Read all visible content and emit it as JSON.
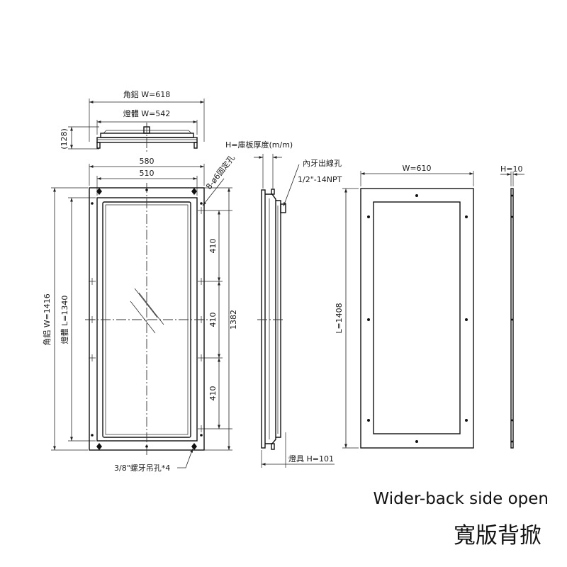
{
  "labels": {
    "side_w618": "角鋁 W=618",
    "side_w542": "燈體 W=542",
    "h128": "(128)",
    "w580": "580",
    "w510": "510",
    "holes_fix": "8-ø6固定孔",
    "h410_a": "410",
    "h410_b": "410",
    "h410_c": "410",
    "h1382": "1382",
    "l_outer": "角鋁 W=1416",
    "l_body": "燈體 L=1340",
    "hang_holes": "3/8\"螺牙吊孔*4",
    "ceiling_h": "H=庫板厚度(m/m)",
    "conduit_1": "內牙出線孔",
    "conduit_2": "1/2\"-14NPT",
    "fixture_h": "燈具 H=101",
    "back_w": "W=610",
    "back_l": "L=1408",
    "plate_h": "H=10"
  },
  "caption": {
    "english": "Wider-back side open",
    "chinese": "寬版背掀"
  }
}
